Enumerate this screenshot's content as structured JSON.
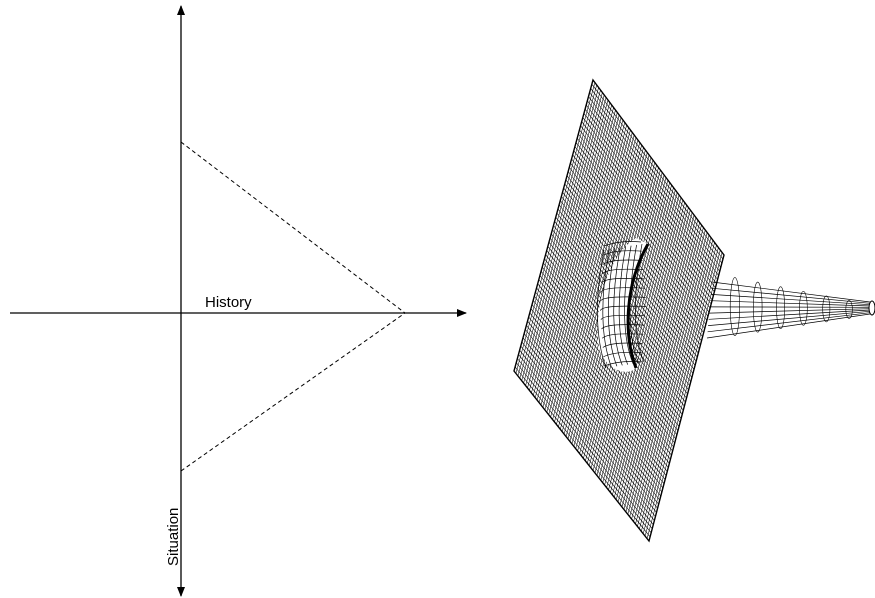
{
  "diagram": {
    "horizontal_axis_label": "History",
    "vertical_axis_label": "Situation",
    "line_color": "#000000",
    "background_color": "#ffffff",
    "left_panel": "axes with dashed triangle (cone) from vertical axis to point on horizontal axis",
    "right_panel": "wireframe 3D surface: tilted grid sheet with a funnel-shaped tube extending to the right"
  }
}
